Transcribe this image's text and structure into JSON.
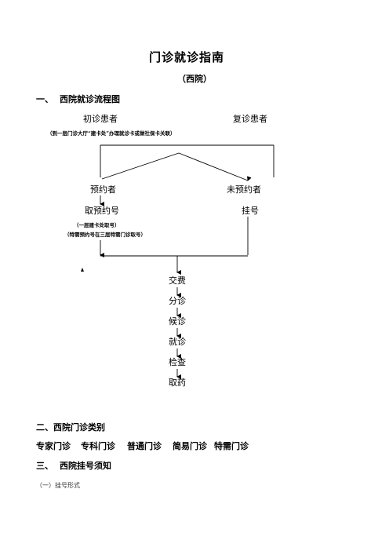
{
  "doc": {
    "title": "门诊就诊指南",
    "subtitle": "（西院）",
    "section1": {
      "number": "一、",
      "title": "西院就诊流程图"
    },
    "flow": {
      "first_visit": "初诊患者",
      "return_visit": "复诊患者",
      "first_note": "（到一层门诊大厅“建卡处”办理就诊卡或做社保卡关联）",
      "reserved": "预约者",
      "unreserved": "未预约者",
      "get_number": "取预约号",
      "register": "挂号",
      "get_note_1": "（一层建卡处取号）",
      "get_note_2": "（特需预约号在三层特需门诊取号）",
      "steps": [
        "交费",
        "分诊",
        "候诊",
        "就诊",
        "检查",
        "取药"
      ]
    },
    "section2": {
      "title": "二、西院门诊类别"
    },
    "categories": [
      "专家门诊",
      "专科门诊",
      "普通门诊",
      "简易门诊",
      "特需门诊"
    ],
    "section3": {
      "number": "三、",
      "title": "西院挂号须知"
    },
    "sub1": "（一）挂号形式"
  }
}
